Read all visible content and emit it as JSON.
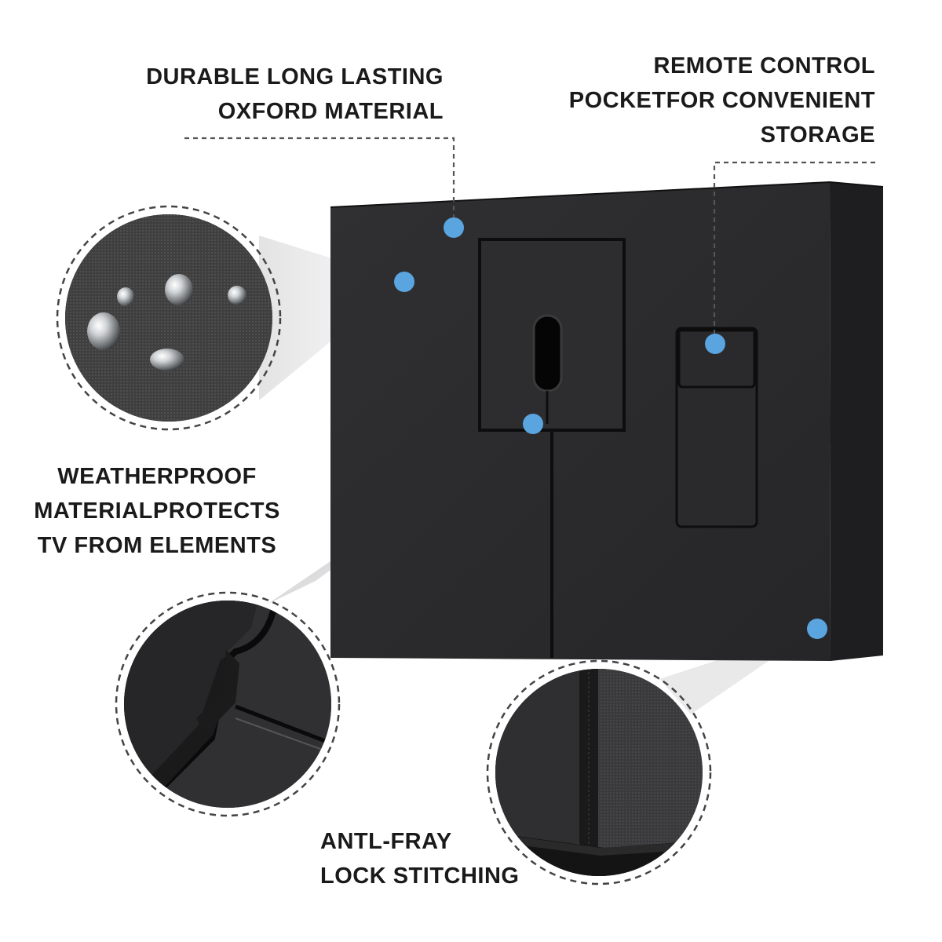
{
  "callouts": {
    "durable": {
      "lines": [
        "DURABLE LONG LASTING",
        "OXFORD MATERIAL"
      ]
    },
    "remote": {
      "lines": [
        "REMOTE CONTROL",
        "POCKETFOR CONVENIENT",
        "STORAGE"
      ]
    },
    "weatherproof": {
      "lines": [
        "WEATHERPROOF",
        "MATERIALPROTECTS",
        "TV FROM ELEMENTS"
      ]
    },
    "antifray": {
      "lines": [
        "ANTL-FRAY",
        "LOCK STITCHING"
      ]
    }
  },
  "colors": {
    "cover": "#2b2b2d",
    "cover_side": "#1c1c1e",
    "seam": "#101010",
    "marker": "#5aa4e0",
    "text": "#1a1a1a",
    "leader": "#555555"
  },
  "icons": {
    "marker": "blue-dot-marker",
    "zoom_fabric": "water-droplets-on-fabric",
    "zoom_edge": "velcro-flap-edge",
    "zoom_stitch": "stitched-edge-binding"
  }
}
